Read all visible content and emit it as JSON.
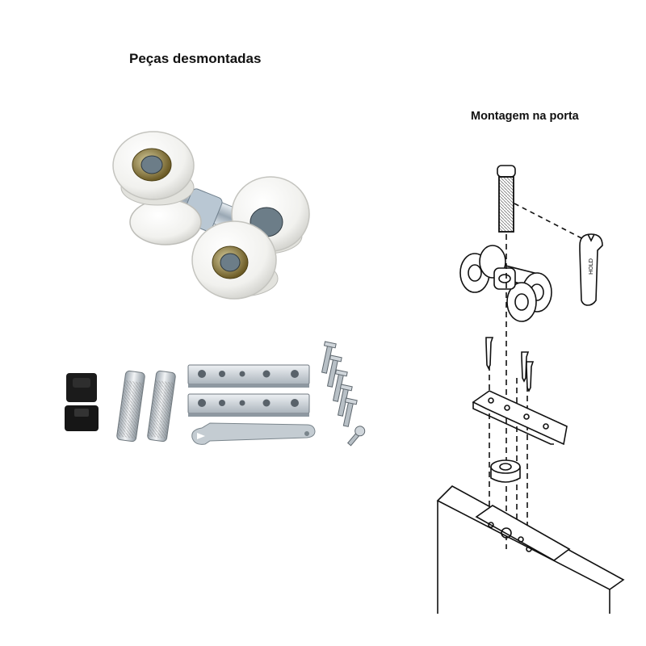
{
  "left_panel": {
    "title": "Peças desmontadas",
    "roller_colors": {
      "wheel": "#f4f4f2",
      "bearing": "#8a7a3c",
      "axle": "#9fb6c8"
    },
    "parts": [
      "roller-carriage",
      "rubber-stopper",
      "threaded-bolt",
      "mounting-plate",
      "wrench",
      "screw"
    ]
  },
  "right_panel": {
    "title": "Montagem na porta",
    "drawing_style": "black line art, exploded view",
    "wrench_text": "HOLD"
  }
}
